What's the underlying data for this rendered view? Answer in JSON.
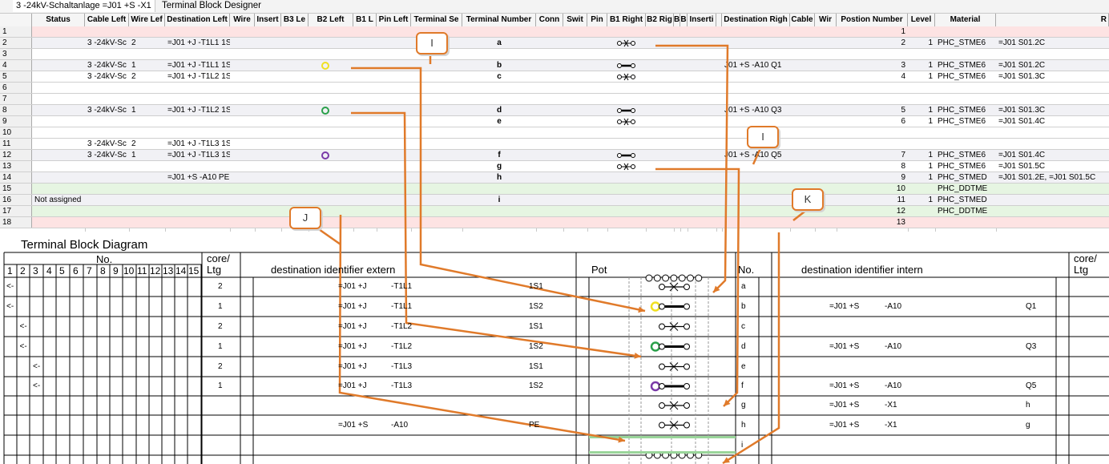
{
  "tabs": {
    "doc": "3 -24kV-Schaltanlage =J01 +S -X1",
    "designer": "Terminal Block Designer"
  },
  "headers": [
    "Status",
    "Cable Left",
    "Wire Lef",
    "Destination Left",
    "Wire",
    "Insert",
    "B3 Le",
    "B2 Left",
    "B1 L",
    "Pin Left",
    "Terminal Se",
    "Terminal Number",
    "Conn",
    "Swit",
    "Pin",
    "B1 Right",
    "B2 Rig",
    "B",
    "B",
    "Inserti",
    "",
    "Destination Righ",
    "Cable",
    "Wir",
    "Postion Number",
    "Level",
    "Material",
    "R"
  ],
  "rows": [
    {
      "n": "1",
      "bg": "p",
      "number": "1"
    },
    {
      "n": "2",
      "bg": "g",
      "cable": "3 -24kV-Sc",
      "wire": "2",
      "destL": "=J01 +J -T1L1 1S",
      "term": "a",
      "number": "2",
      "level": "1",
      "material": "PHC_STME6",
      "r": "=J01 S01.2C"
    },
    {
      "n": "3",
      "bg": "w"
    },
    {
      "n": "4",
      "bg": "g",
      "cable": "3 -24kV-Sc",
      "wire": "1",
      "destL": "=J01 +J -T1L1 1S",
      "term": "b",
      "destR": "J01 +S -A10 Q1",
      "number": "3",
      "level": "1",
      "material": "PHC_STME6",
      "r": "=J01 S01.2C"
    },
    {
      "n": "5",
      "bg": "w",
      "cable": "3 -24kV-Sc",
      "wire": "2",
      "destL": "=J01 +J -T1L2 1S",
      "term": "c",
      "number": "4",
      "level": "1",
      "material": "PHC_STME6",
      "r": "=J01 S01.3C"
    },
    {
      "n": "6",
      "bg": "w"
    },
    {
      "n": "7",
      "bg": "w"
    },
    {
      "n": "8",
      "bg": "g",
      "cable": "3 -24kV-Sc",
      "wire": "1",
      "destL": "=J01 +J -T1L2 1S",
      "term": "d",
      "destR": "J01 +S -A10 Q3",
      "number": "5",
      "level": "1",
      "material": "PHC_STME6",
      "r": "=J01 S01.3C"
    },
    {
      "n": "9",
      "bg": "w",
      "term": "e",
      "number": "6",
      "level": "1",
      "material": "PHC_STME6",
      "r": "=J01 S01.4C"
    },
    {
      "n": "10",
      "bg": "w"
    },
    {
      "n": "11",
      "bg": "w",
      "cable": "3 -24kV-Sc",
      "wire": "2",
      "destL": "=J01 +J -T1L3 1S"
    },
    {
      "n": "12",
      "bg": "g",
      "cable": "3 -24kV-Sc",
      "wire": "1",
      "destL": "=J01 +J -T1L3 1S",
      "term": "f",
      "destR": "J01 +S -A10 Q5",
      "number": "7",
      "level": "1",
      "material": "PHC_STME6",
      "r": "=J01 S01.4C"
    },
    {
      "n": "13",
      "bg": "w",
      "term": "g",
      "number": "8",
      "level": "1",
      "material": "PHC_STME6",
      "r": "=J01 S01.5C"
    },
    {
      "n": "14",
      "bg": "g",
      "destL": "=J01 +S -A10 PE",
      "term": "h",
      "number": "9",
      "level": "1",
      "material": "PHC_STMED",
      "r": "=J01 S01.2E, =J01 S01.5C"
    },
    {
      "n": "15",
      "bg": "gr",
      "number": "10",
      "material": "PHC_DDTME"
    },
    {
      "n": "16",
      "bg": "g",
      "status": "Not assigned",
      "term": "i",
      "number": "11",
      "level": "1",
      "material": "PHC_STMED"
    },
    {
      "n": "17",
      "bg": "gr",
      "number": "12",
      "material": "PHC_DDTME"
    },
    {
      "n": "18",
      "bg": "p",
      "number": "13"
    }
  ],
  "diagram": {
    "title": "Terminal Block Diagram",
    "no_label": "No.",
    "core_label": "core/\nLtg",
    "dest_extern": "destination identifier extern",
    "pot_label": "Pot",
    "no_right": "No.",
    "dest_intern": "destination identifier intern",
    "core_label_r": "core/\nLtg",
    "nums": [
      "1",
      "2",
      "3",
      "4",
      "5",
      "6",
      "7",
      "8",
      "9",
      "10",
      "11",
      "12",
      "13",
      "14",
      "15"
    ],
    "rows": [
      {
        "arrow": "<-",
        "acol": 0,
        "core": "2",
        "a": "=J01 +J",
        "b": "-T1L1",
        "c": "1S1",
        "term": "a"
      },
      {
        "arrow": "<-",
        "acol": 0,
        "core": "1",
        "a": "=J01 +J",
        "b": "-T1L1",
        "c": "1S2",
        "term": "b",
        "ra": "=J01 +S",
        "rb": "-A10",
        "rc": "Q1"
      },
      {
        "arrow": "<-",
        "acol": 1,
        "core": "2",
        "a": "=J01 +J",
        "b": "-T1L2",
        "c": "1S1",
        "term": "c"
      },
      {
        "arrow": "<-",
        "acol": 1,
        "core": "1",
        "a": "=J01 +J",
        "b": "-T1L2",
        "c": "1S2",
        "term": "d",
        "ra": "=J01 +S",
        "rb": "-A10",
        "rc": "Q3"
      },
      {
        "arrow": "<-",
        "acol": 2,
        "core": "2",
        "a": "=J01 +J",
        "b": "-T1L3",
        "c": "1S1",
        "term": "e"
      },
      {
        "arrow": "<-",
        "acol": 2,
        "core": "1",
        "a": "=J01 +J",
        "b": "-T1L3",
        "c": "1S2",
        "term": "f",
        "ra": "=J01 +S",
        "rb": "-A10",
        "rc": "Q5"
      },
      {
        "term": "g",
        "ra": "=J01 +S",
        "rb": "-X1",
        "rc": "h"
      },
      {
        "a": "=J01 +S",
        "b": "-A10",
        "c": "PE",
        "term": "h",
        "ra": "=J01 +S",
        "rb": "-X1",
        "rc": "g"
      },
      {
        "term": "i"
      }
    ]
  },
  "callouts": [
    "I",
    "I",
    "J",
    "K"
  ],
  "colors": {
    "accent": "#e07a2a",
    "ring_yellow": "#f0e020",
    "ring_green": "#2aa04a",
    "ring_purple": "#7a3aa8",
    "pink": "#fde3e3",
    "green": "#e6f5e2"
  },
  "icons": [
    "terminal-bridge-icon",
    "terminal-open-icon",
    "ring-marker-icon"
  ]
}
